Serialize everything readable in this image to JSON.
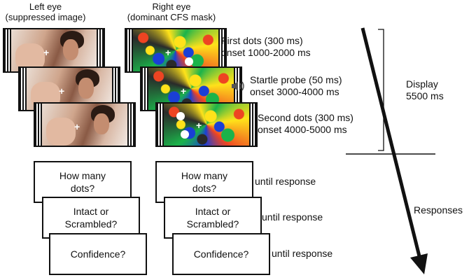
{
  "headers": {
    "left_eye": "Left eye",
    "left_eye_sub": "(suppressed image)",
    "right_eye": "Right eye",
    "right_eye_sub": "(dominant CFS mask)"
  },
  "stimuli": [
    {
      "name": "First dots (300 ms)",
      "onset": "onset 1000-2000 ms"
    },
    {
      "name": "Startle probe (50 ms)",
      "onset": "onset 3000-4000 ms"
    },
    {
      "name": "Second dots (300 ms)",
      "onset": "onset 4000-5000 ms"
    }
  ],
  "fixation": "+",
  "speaker_icon": "speaker-icon",
  "display": {
    "label": "Display",
    "duration": "5500 ms"
  },
  "questions": [
    "How many\ndots?",
    "Intact or\nScrambled?",
    "Confidence?"
  ],
  "until_response": "until response",
  "responses_label": "Responses",
  "colors": {
    "mask_red": "#e42",
    "mask_blue": "#1a3fd6",
    "mask_yellow": "#ffe21a",
    "mask_green": "#1bb34a",
    "line": "#111111"
  }
}
